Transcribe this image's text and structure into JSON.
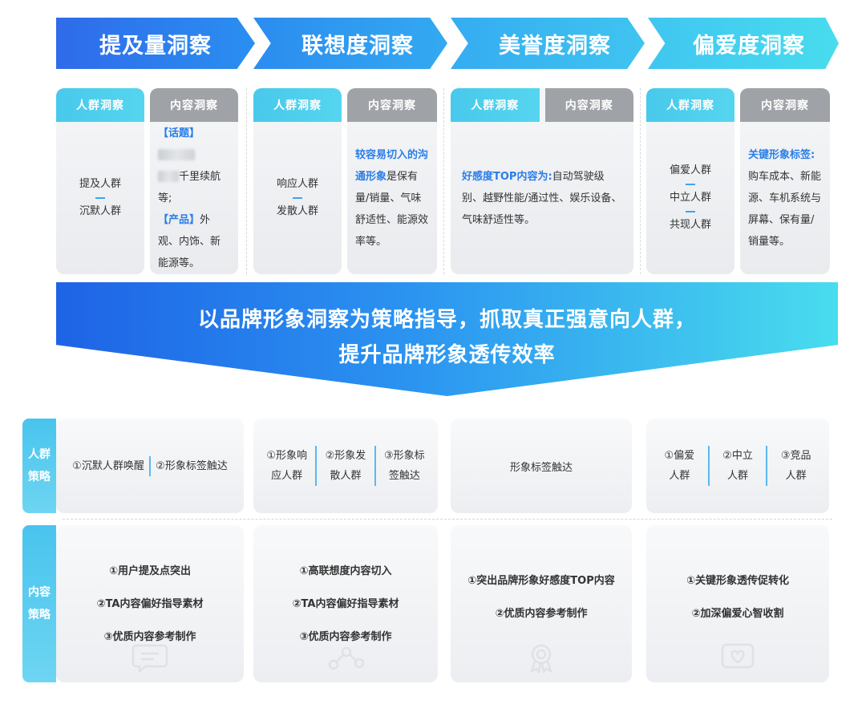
{
  "colors": {
    "primary_blue": "#2a7ee8",
    "light_blue": "#48c9ec",
    "gray_tab": "#9fa2a6"
  },
  "steps": [
    "提及量洞察",
    "联想度洞察",
    "美誉度洞察",
    "偏爱度洞察"
  ],
  "tabs": {
    "people": "人群洞察",
    "content": "内容洞察"
  },
  "col1": {
    "people": [
      "提及人群",
      "沉默人群"
    ],
    "content": {
      "topic_tag": "【话题】",
      "topic_text": "千里续航等;",
      "product_tag": "【产品】",
      "product_text": "外观、内饰、新能源等。"
    }
  },
  "col2": {
    "people": [
      "响应人群",
      "发散人群"
    ],
    "content": {
      "highlight": "较容易切入的沟通形象",
      "text": "是保有量/销量、气味舒适性、能源效率等。"
    }
  },
  "col3": {
    "content": {
      "highlight": "好感度TOP内容为:",
      "text": "自动驾驶级别、越野性能/通过性、娱乐设备、气味舒适性等。"
    }
  },
  "col4": {
    "people": [
      "偏爱人群",
      "中立人群",
      "共现人群"
    ],
    "content": {
      "highlight": "关键形象标签:",
      "text": "购车成本、新能源、车机系统与屏幕、保有量/销量等。"
    }
  },
  "banner": {
    "line1": "以品牌形象洞察为策略指导，抓取真正强意向人群，",
    "line2": "提升品牌形象透传效率"
  },
  "side_labels": {
    "people": [
      "人群",
      "策略"
    ],
    "content": [
      "内容",
      "策略"
    ]
  },
  "people_strategy": {
    "col1": [
      "①沉默人群唤醒",
      "②形象标签触达"
    ],
    "col2": [
      [
        "①形象响",
        "应人群"
      ],
      [
        "②形象发",
        "散人群"
      ],
      [
        "③形象标",
        "签触达"
      ]
    ],
    "col3": "形象标签触达",
    "col4": [
      [
        "①偏爱",
        "人群"
      ],
      [
        "②中立",
        "人群"
      ],
      [
        "③竞品",
        "人群"
      ]
    ]
  },
  "content_strategy": {
    "col1": [
      "①用户提及点突出",
      "②TA内容偏好指导素材",
      "③优质内容参考制作"
    ],
    "col2": [
      "①高联想度内容切入",
      "②TA内容偏好指导素材",
      "③优质内容参考制作"
    ],
    "col3": [
      "①突出品牌形象好感度TOP内容",
      "②优质内容参考制作"
    ],
    "col4": [
      "①关键形象透传促转化",
      "②加深偏爱心智收割"
    ]
  },
  "icons": [
    "chat-bubble-icon",
    "share-nodes-icon",
    "award-badge-icon",
    "heart-message-icon"
  ]
}
